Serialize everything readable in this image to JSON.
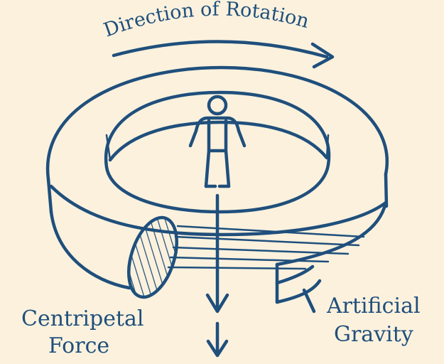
{
  "diagram": {
    "labels": {
      "rotation": "Direction of Rotation",
      "centripetal_line1": "Centripetal",
      "centripetal_line2": "Force",
      "gravity_line1": "Artificial",
      "gravity_line2": "Gravity"
    },
    "colors": {
      "ink": "#1f4f7c",
      "background": "#fbf1dd"
    },
    "icons": [
      "person-icon",
      "rotation-arrow-icon",
      "force-arrow-icon"
    ]
  }
}
